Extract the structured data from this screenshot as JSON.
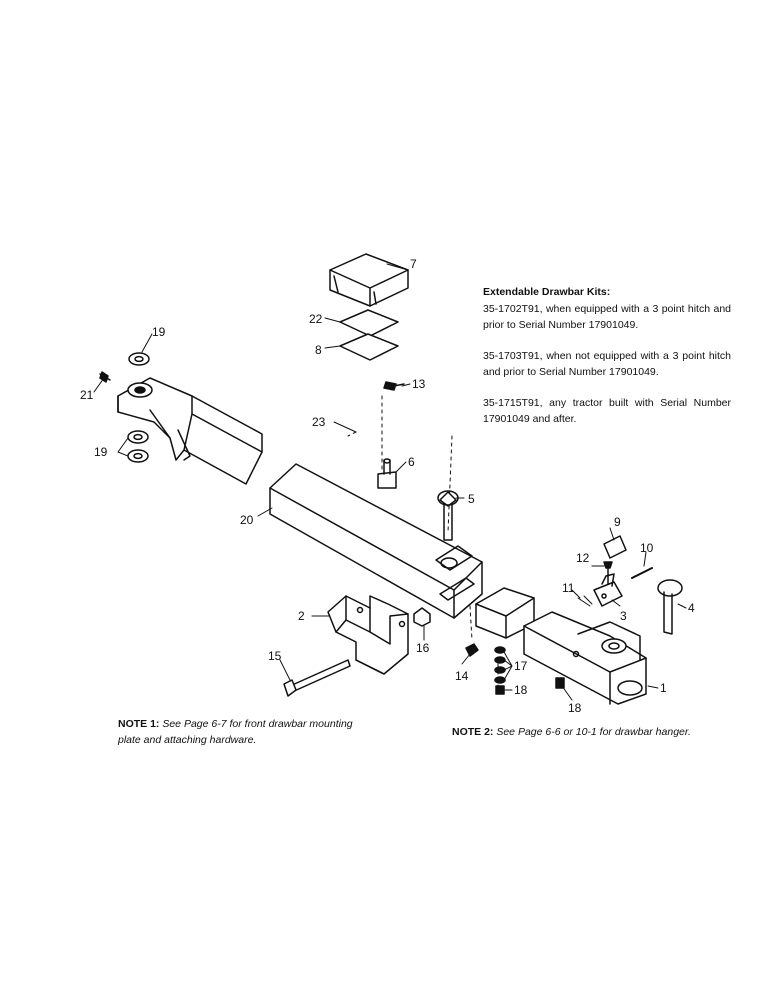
{
  "callouts": {
    "c1": "1",
    "c2": "2",
    "c3": "3",
    "c4": "4",
    "c5": "5",
    "c6": "6",
    "c7": "7",
    "c8": "8",
    "c9": "9",
    "c10": "10",
    "c11": "11",
    "c12": "12",
    "c13": "13",
    "c14": "14",
    "c15": "15",
    "c16": "16",
    "c17": "17",
    "c18a": "18",
    "c18b": "18",
    "c19a": "19",
    "c19b": "19",
    "c20": "20",
    "c21": "21",
    "c22": "22",
    "c23": "23"
  },
  "kits": {
    "title": "Extendable Drawbar Kits:",
    "items": [
      "35-1702T91, when equipped with a 3 point hitch and prior to Serial Number 17901049.",
      "35-1703T91, when not equipped with a 3 point hitch and prior to Serial Number 17901049.",
      "35-1715T91, any tractor built with Serial Number 17901049 and after."
    ]
  },
  "notes": {
    "note1_label": "NOTE 1:",
    "note1_text": "See Page 6-7 for front drawbar mounting plate and attaching hardware.",
    "note2_label": "NOTE 2:",
    "note2_text": "See Page 6-6 or 10-1 for drawbar hanger."
  }
}
